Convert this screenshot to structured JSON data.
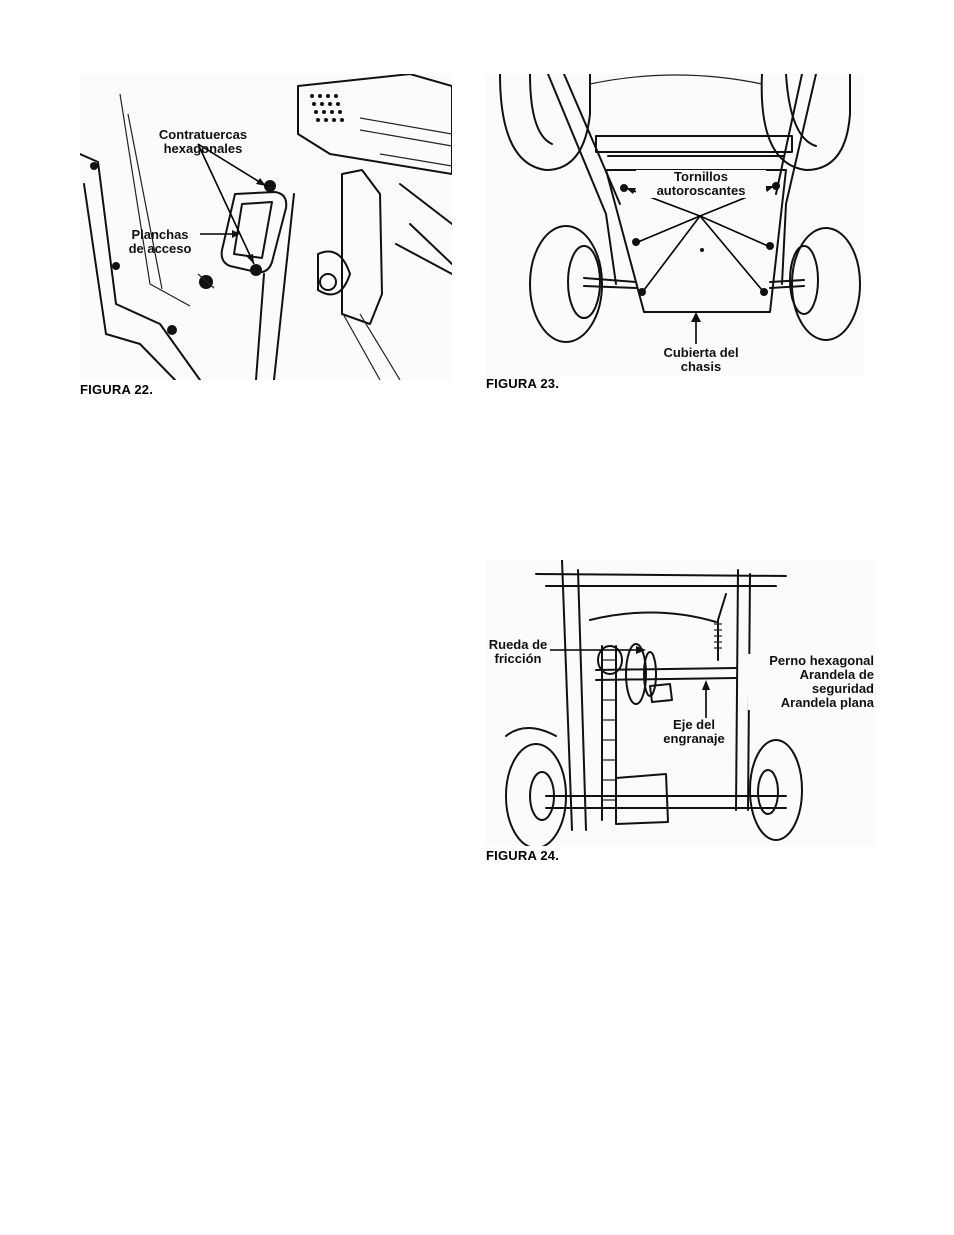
{
  "figure22": {
    "caption": "FIGURA 22.",
    "labels": {
      "locknuts_line1": "Contratuercas",
      "locknuts_line2": "hexagonales",
      "plates_line1": "Planchas",
      "plates_line2": "de acceso"
    }
  },
  "figure23": {
    "caption": "FIGURA 23.",
    "labels": {
      "screws_line1": "Tornillos",
      "screws_line2": "autoroscantes",
      "cover_line1": "Cubierta del",
      "cover_line2": "chasis"
    }
  },
  "figure24": {
    "caption": "FIGURA 24.",
    "labels": {
      "wheel_line1": "Rueda de",
      "wheel_line2": "fricción",
      "bolt": "Perno hexagonal",
      "lockwasher_line1": "Arandela de",
      "lockwasher_line2": "seguridad",
      "flatwasher": "Arandela plana",
      "axle_line1": "Eje del",
      "axle_line2": "engranaje"
    }
  }
}
